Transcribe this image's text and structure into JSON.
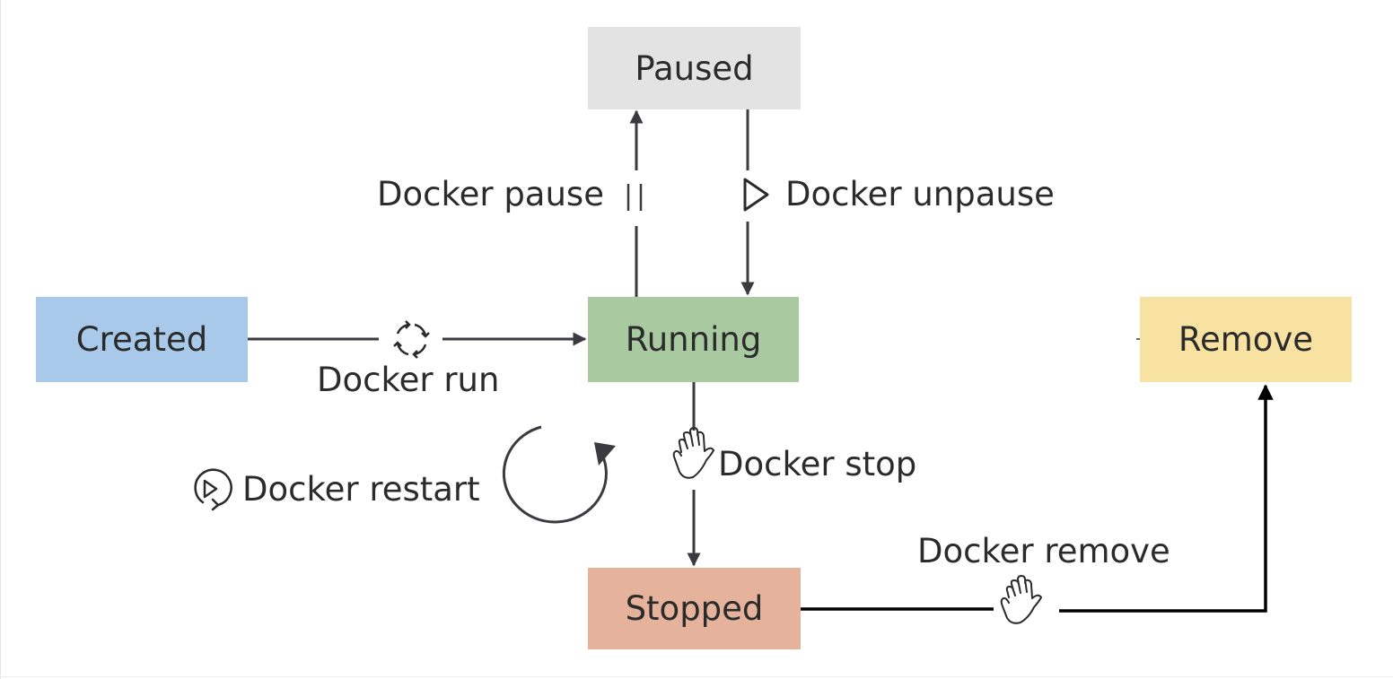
{
  "colors": {
    "paused": "#e3e3e3",
    "created": "#a8c9ea",
    "running": "#a9caa0",
    "remove": "#f7e2a2",
    "stopped": "#e5b29c",
    "arrow": "#3a3a40",
    "arrow_remove": "#000000"
  },
  "states": {
    "paused": "Paused",
    "created": "Created",
    "running": "Running",
    "remove": "Remove",
    "stopped": "Stopped"
  },
  "transitions": {
    "pause": {
      "label": "Docker pause",
      "icon": "pause-icon"
    },
    "unpause": {
      "label": "Docker unpause",
      "icon": "play-triangle-icon"
    },
    "run": {
      "label": "Docker run",
      "icon": "refresh-cycle-icon"
    },
    "stop": {
      "label": "Docker stop",
      "icon": "hand-stop-icon"
    },
    "restart": {
      "label": "Docker restart",
      "icon": "restart-play-icon"
    },
    "remove": {
      "label": "Docker remove",
      "icon": "hand-stop-icon"
    }
  }
}
